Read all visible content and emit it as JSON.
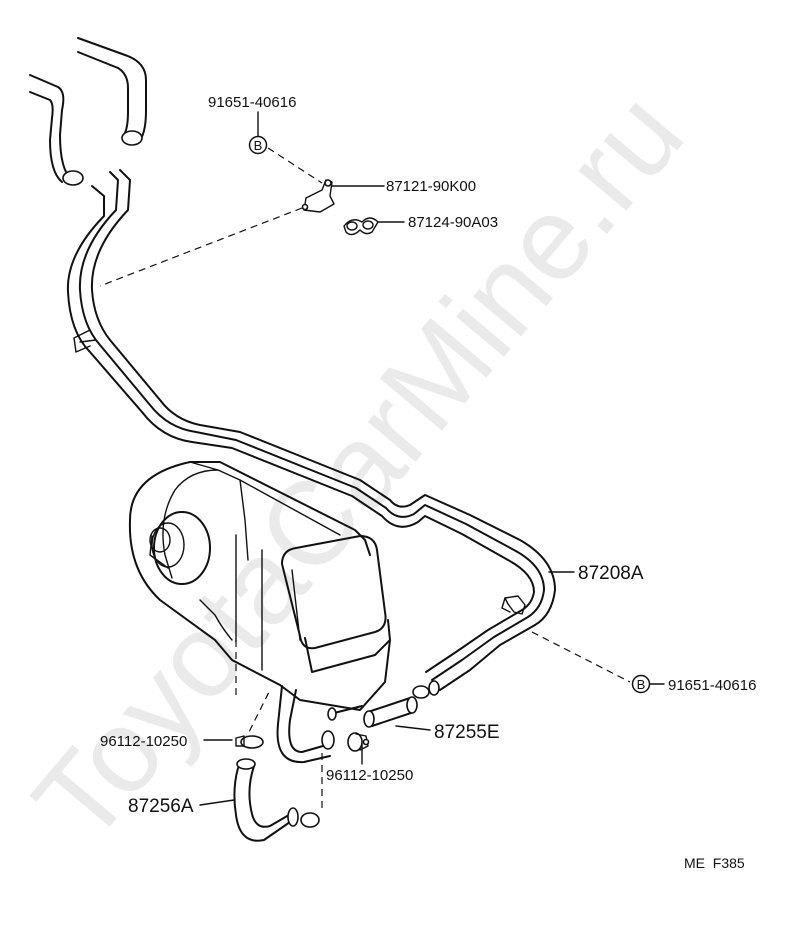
{
  "watermark": "ToyotaCarMine.ru",
  "bolt_symbol": "B",
  "callouts": {
    "bolt_top": "91651-40616",
    "bracket": "87121-90K00",
    "clamp_top": "87124-90A03",
    "pipe_main": "87208A",
    "bolt_right": "91651-40616",
    "hose_right": "87255E",
    "clip_left": "96112-10250",
    "clip_center": "96112-10250",
    "hose_left": "87256A"
  },
  "diagram_code": "ME  F385"
}
